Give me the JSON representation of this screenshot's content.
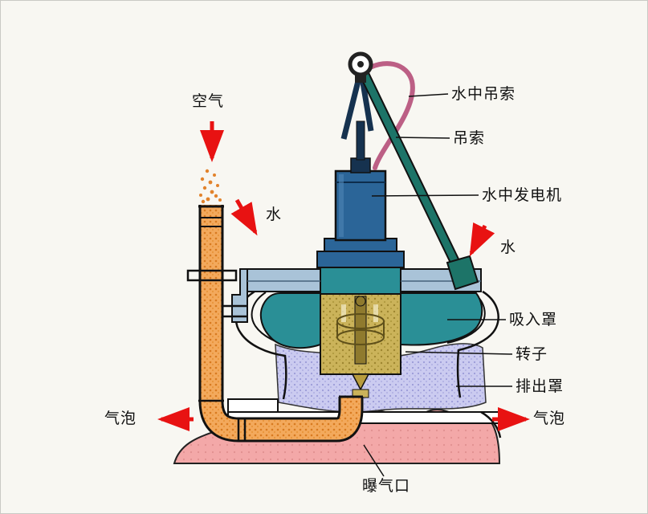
{
  "diagram": {
    "labels": {
      "air": "空气",
      "water_left": "水",
      "underwater_sling": "水中吊索",
      "sling": "吊索",
      "underwater_motor": "水中发电机",
      "water_right": "水",
      "suction_hood": "吸入罩",
      "rotor": "转子",
      "discharge_hood": "排出罩",
      "bubbles_left": "气泡",
      "bubbles_right": "气泡",
      "aeration_port": "曝气口"
    },
    "colors": {
      "background": "#f8f7f2",
      "arrow_red": "#e81212",
      "motor_blue": "#2b6598",
      "plate_blue": "#a9c3d8",
      "housing_teal": "#2a8f96",
      "sling_teal": "#1d7468",
      "cable_pink": "#bc5f85",
      "rotor_tan": "#cbb35a",
      "discharge_lavender": "#cbcbf0",
      "ground_pink": "#f3a8a8",
      "pipe_orange": "#f3a95c"
    }
  }
}
